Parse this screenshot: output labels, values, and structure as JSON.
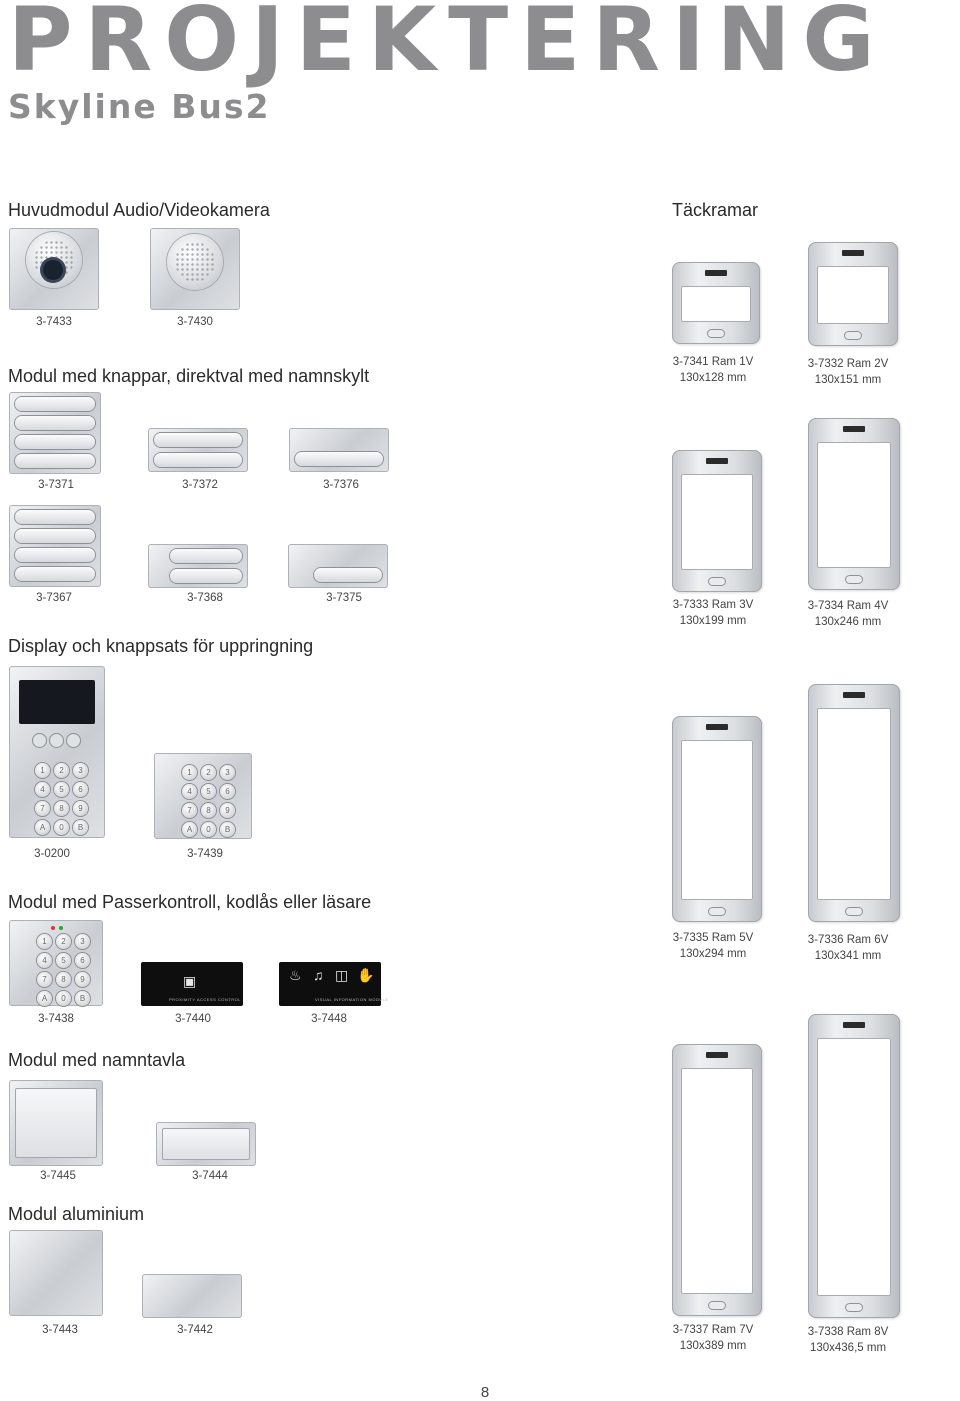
{
  "header": {
    "title": "PROJEKTERING",
    "subtitle": "Skyline Bus2"
  },
  "sections": {
    "audio_video": {
      "title": "Huvudmodul Audio/Videokamera",
      "codes": [
        "3-7433",
        "3-7430"
      ]
    },
    "buttons": {
      "title": "Modul med knappar, direktval med namnskylt",
      "row1_codes": [
        "3-7371",
        "3-7372",
        "3-7376"
      ],
      "row2_codes": [
        "3-7367",
        "3-7368",
        "3-7375"
      ]
    },
    "display": {
      "title": "Display och knappsats för uppringning",
      "codes": [
        "3-0200",
        "3-7439"
      ]
    },
    "access": {
      "title": "Modul med Passerkontroll, kodlås eller läsare",
      "codes": [
        "3-7438",
        "3-7440",
        "3-7448"
      ],
      "panel_texts": [
        "PROXIMITY ACCESS CONTROL",
        "VISUAL INFORMATION MODULE"
      ]
    },
    "nameplate": {
      "title": "Modul med namntavla",
      "codes": [
        "3-7445",
        "3-7444"
      ]
    },
    "aluminium": {
      "title": "Modul aluminium",
      "codes": [
        "3-7443",
        "3-7442"
      ]
    },
    "frames": {
      "title": "Täckramar",
      "items": [
        {
          "code": "3-7341 Ram 1V",
          "size": "130x128 mm"
        },
        {
          "code": "3-7332 Ram 2V",
          "size": "130x151 mm"
        },
        {
          "code": "3-7333 Ram 3V",
          "size": "130x199 mm"
        },
        {
          "code": "3-7334 Ram 4V",
          "size": "130x246 mm"
        },
        {
          "code": "3-7335 Ram 5V",
          "size": "130x294 mm"
        },
        {
          "code": "3-7336 Ram 6V",
          "size": "130x341 mm"
        },
        {
          "code": "3-7337 Ram 7V",
          "size": "130x389 mm"
        },
        {
          "code": "3-7338 Ram 8V",
          "size": "130x436,5 mm"
        }
      ]
    }
  },
  "keypad_keys": [
    "1",
    "2",
    "3",
    "4",
    "5",
    "6",
    "7",
    "8",
    "9",
    "A",
    "0",
    "B"
  ],
  "page_number": "8"
}
